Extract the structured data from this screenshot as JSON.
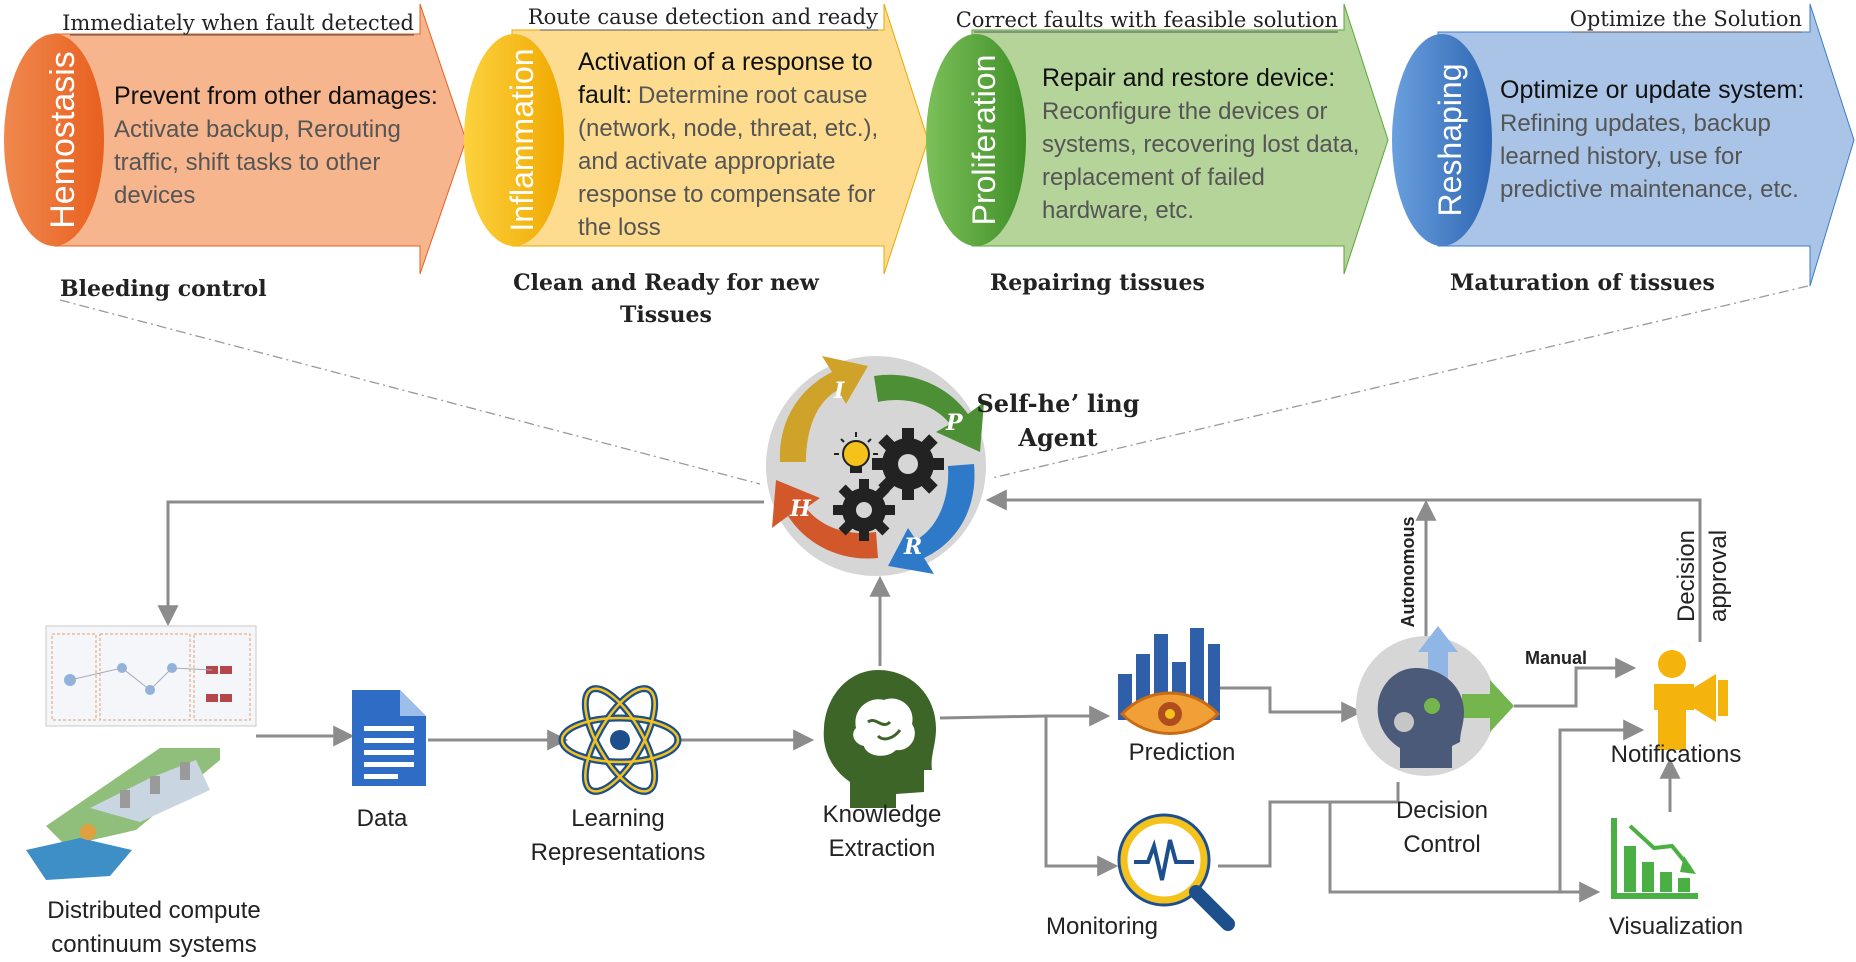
{
  "stages": [
    {
      "name": "Hemostasis",
      "top_caption": "Immediately when fault detected",
      "bottom_caption": [
        "Bleeding control"
      ],
      "heading": [
        "Prevent from other damages:"
      ],
      "body": [
        "Activate backup, Rerouting",
        "traffic, shift tasks to other",
        "devices"
      ],
      "fill": "#f7b58e",
      "oval_color": "#e8601f"
    },
    {
      "name": "Inflammation",
      "top_caption": "Route cause detection and ready",
      "bottom_caption": [
        "Clean and Ready for new",
        "Tissues"
      ],
      "heading": [
        "Activation of a response to",
        "fault:"
      ],
      "body": [
        "Determine root cause",
        "(network, node, threat, etc.),",
        "and activate appropriate",
        "response to compensate for",
        "the loss"
      ],
      "fill": "#fddc8f",
      "oval_color": "#f7b90f"
    },
    {
      "name": "Proliferation",
      "top_caption": "Correct faults with feasible solution",
      "bottom_caption": [
        "Repairing tissues"
      ],
      "heading": [
        "Repair and restore device:"
      ],
      "body": [
        "Reconfigure the devices or",
        "systems, recovering lost data,",
        "replacement of failed",
        "hardware, etc."
      ],
      "fill": "#b5d49a",
      "oval_color": "#5aa637"
    },
    {
      "name": "Reshaping",
      "top_caption": "Optimize the Solution",
      "bottom_caption": [
        "Maturation of tissues"
      ],
      "heading": [
        "Optimize or update system:"
      ],
      "body": [
        "Refining updates, backup",
        "learned history, use for",
        "predictive maintenance, etc."
      ],
      "fill": "#a9c4e6",
      "oval_color": "#3d7cc9"
    }
  ],
  "agent": {
    "label_line1": "Self-heʼ ling",
    "label_line2": "Agent",
    "cycle_letters": [
      "I",
      "P",
      "R",
      "H"
    ]
  },
  "pipeline": {
    "distributed": [
      "Distributed compute",
      "continuum systems"
    ],
    "data": "Data",
    "learning": [
      "Learning",
      "Representations"
    ],
    "knowledge": [
      "Knowledge",
      "Extraction"
    ],
    "prediction": "Prediction",
    "monitoring": "Monitoring",
    "decision": [
      "Decision",
      "Control"
    ],
    "notifications": "Notifications",
    "visualization": "Visualization",
    "autonomous": "Autonomous",
    "manual": "Manual",
    "decision_approval": [
      "Decision",
      "approval"
    ]
  }
}
